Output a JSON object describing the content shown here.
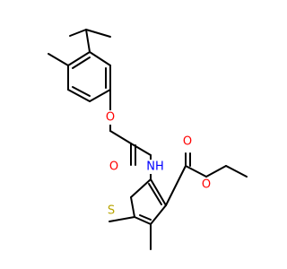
{
  "molecule": {
    "atoms": {
      "ether_oxygen": {
        "symbol": "O",
        "color": "#ff0000"
      },
      "carbonyl_oxygen_amide": {
        "symbol": "O",
        "color": "#ff0000"
      },
      "amide_nitrogen": {
        "symbol": "NH",
        "color": "#0000ff"
      },
      "thiophene_sulfur": {
        "symbol": "S",
        "color": "#b8a400"
      },
      "ester_carbonyl_oxygen": {
        "symbol": "O",
        "color": "#ff0000"
      },
      "ester_oxygen": {
        "symbol": "O",
        "color": "#ff0000"
      }
    },
    "bond_color": "#000000",
    "background": "#ffffff"
  }
}
